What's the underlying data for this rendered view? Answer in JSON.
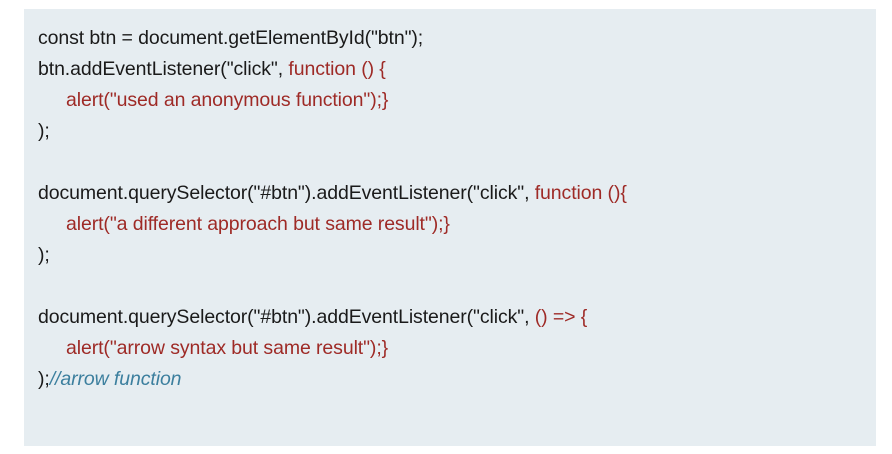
{
  "panel": {
    "background_color": "#e6edf1",
    "page_background_color": "#ffffff"
  },
  "colors": {
    "plain_text": "#1a1a1a",
    "function_keyword": "#9e2a26",
    "string_body": "#9e2a26",
    "comment": "#3c7f9e"
  },
  "code": {
    "language": "javascript",
    "blocks": [
      {
        "id": "block-anonymous-function",
        "lines": [
          {
            "id": "line-1",
            "indent": false,
            "segments": [
              {
                "type": "plain",
                "text": "const btn = document.getElementById(\"btn\");"
              }
            ]
          },
          {
            "id": "line-2",
            "indent": false,
            "segments": [
              {
                "type": "plain",
                "text": "btn.addEventListener(\"click\", "
              },
              {
                "type": "fn",
                "text": "function () {"
              }
            ]
          },
          {
            "id": "line-3",
            "indent": true,
            "segments": [
              {
                "type": "str",
                "text": "alert(\"used an anonymous function\");}"
              }
            ]
          },
          {
            "id": "line-4",
            "indent": false,
            "segments": [
              {
                "type": "plain",
                "text": ");"
              }
            ]
          }
        ]
      },
      {
        "id": "block-queryselector-function",
        "lines": [
          {
            "id": "line-5",
            "indent": false,
            "segments": [
              {
                "type": "plain",
                "text": "document.querySelector(\"#btn\").addEventListener(\"click\", "
              },
              {
                "type": "fn",
                "text": "function (){"
              }
            ]
          },
          {
            "id": "line-6",
            "indent": true,
            "segments": [
              {
                "type": "str",
                "text": "alert(\"a different approach but same result\");}"
              }
            ]
          },
          {
            "id": "line-7",
            "indent": false,
            "segments": [
              {
                "type": "plain",
                "text": ");"
              }
            ]
          }
        ]
      },
      {
        "id": "block-arrow-function",
        "lines": [
          {
            "id": "line-8",
            "indent": false,
            "segments": [
              {
                "type": "plain",
                "text": "document.querySelector(\"#btn\").addEventListener(\"click\", "
              },
              {
                "type": "fn",
                "text": "() => {"
              }
            ]
          },
          {
            "id": "line-9",
            "indent": true,
            "segments": [
              {
                "type": "str",
                "text": "alert(\"arrow syntax but same result\");}"
              }
            ]
          },
          {
            "id": "line-10",
            "indent": false,
            "segments": [
              {
                "type": "plain",
                "text": ");"
              },
              {
                "type": "comment",
                "text": "//arrow function"
              }
            ]
          }
        ]
      }
    ]
  }
}
